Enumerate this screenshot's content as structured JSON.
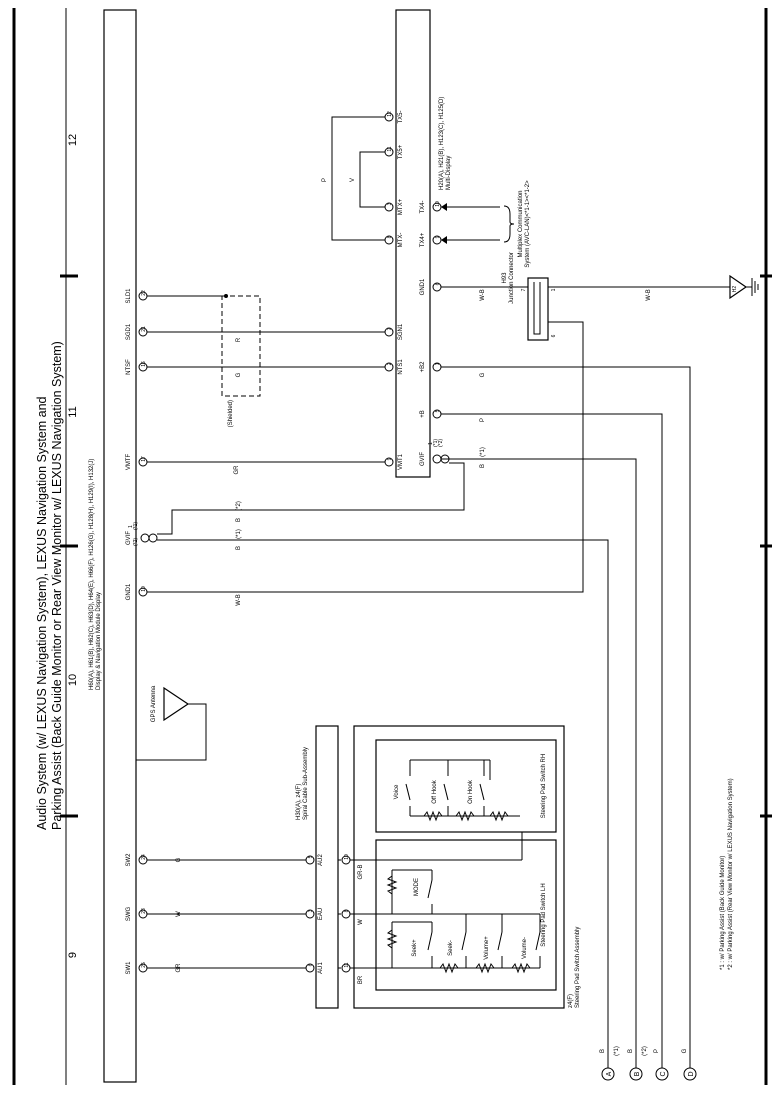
{
  "page": {
    "title_line1": "Audio System (w/ LEXUS Navigation System),  LEXUS Navigation System and",
    "title_line2": "Parking Assist (Back Guide Monitor or Rear View Monitor w/ LEXUS Navigation System)",
    "grid_numbers": [
      "9",
      "10",
      "11",
      "12"
    ]
  },
  "components": {
    "display_module": {
      "code": "H60(A), H61(B), H62(C), H63(D), H64(E), H66(F), H126(G), H128(H), H129(I), H132(J)",
      "name": "Display & Navigation Module Display"
    },
    "multi_display": {
      "code": "H20(A), H21(B), H123(C), H125(D)",
      "name": "Multi-Display"
    },
    "gps_antenna": {
      "name": "GPS Antenna"
    },
    "spiral_cable": {
      "code": "H30(A), z4(F)",
      "name": "Spiral Cable Sub-Assembly"
    },
    "steering_pad": {
      "code": "z4(F)",
      "name": "Steering Pad Switch Assembly"
    },
    "pad_lh": {
      "name": "Steering Pad Switch LH"
    },
    "pad_rh": {
      "name": "Steering Pad Switch RH"
    },
    "junction": {
      "code": "H93",
      "name": "Junction Connector"
    },
    "ground": {
      "code": "H2"
    },
    "multiplex": {
      "line1": "Multiplex Communication",
      "line2": "System (AVC-LAN)<*1-1><*1-2>"
    },
    "shielded": {
      "label": "(Shielded)"
    }
  },
  "display_pins": [
    {
      "num": "25",
      "name": "SW1"
    },
    {
      "num": "23",
      "name": "SWG"
    },
    {
      "num": "24",
      "name": "SW2"
    },
    {
      "num": "10",
      "name": "GND1"
    },
    {
      "num": "1",
      "name": "GVIF"
    },
    {
      "num": "17",
      "name": "VMTF"
    },
    {
      "num": "16",
      "name": "NTSF"
    },
    {
      "num": "21",
      "name": "SGD1"
    },
    {
      "num": "22",
      "name": "SLD1"
    }
  ],
  "gvif_variants": {
    "a": "(*1)",
    "b": "(*2)"
  },
  "multi_pins": [
    {
      "num": "8",
      "name": "MTX-"
    },
    {
      "num": "3",
      "name": "MTX+"
    },
    {
      "num": "11",
      "name": "TX5+"
    },
    {
      "num": "12",
      "name": "TX5-"
    },
    {
      "num": "9",
      "name": "VMT1"
    },
    {
      "num": "2",
      "name": "NTS1"
    },
    {
      "num": "7",
      "name": "SGN1"
    },
    {
      "num": "9",
      "name": "TX4+"
    },
    {
      "num": "10",
      "name": "TX4-"
    },
    {
      "num": "6",
      "name": "GND1"
    },
    {
      "num": "1",
      "name": "GVIF"
    },
    {
      "num": "5",
      "name": "+B"
    },
    {
      "num": "1",
      "name": "+B2"
    }
  ],
  "spiral_pins": [
    {
      "num": "6",
      "name": "AU1"
    },
    {
      "num": "3",
      "name": "EAU"
    },
    {
      "num": "5",
      "name": "AU2"
    }
  ],
  "steering_pins": [
    {
      "num": "11",
      "name": "BR"
    },
    {
      "num": "8",
      "name": "W"
    },
    {
      "num": "10",
      "name": "GR-B"
    }
  ],
  "switches_lh": [
    "Seek+",
    "Seek-",
    "Volume+",
    "Volume-",
    "MODE"
  ],
  "switches_rh": [
    "Voice",
    "Off Hook",
    "On Hook"
  ],
  "junction_pins": [
    "7",
    "1",
    "6"
  ],
  "wire_colors": {
    "gr": "GR",
    "w": "W",
    "g": "G",
    "wb": "W-B",
    "b": "B",
    "r": "R",
    "p": "P",
    "v": "V",
    "star1": "(*1)",
    "star2": "(*2)"
  },
  "off_page": [
    {
      "letter": "A",
      "color": "B",
      "note": "(*1)"
    },
    {
      "letter": "B",
      "color": "B",
      "note": "(*2)"
    },
    {
      "letter": "C",
      "color": "P",
      "note": ""
    },
    {
      "letter": "D",
      "color": "G",
      "note": ""
    }
  ],
  "notes": [
    "*1 : w/ Parking Assist (Back Guide Monitor)",
    "*2 : w/ Parking Assist (Rear View Monitor w/ LEXUS Navigation System)"
  ]
}
